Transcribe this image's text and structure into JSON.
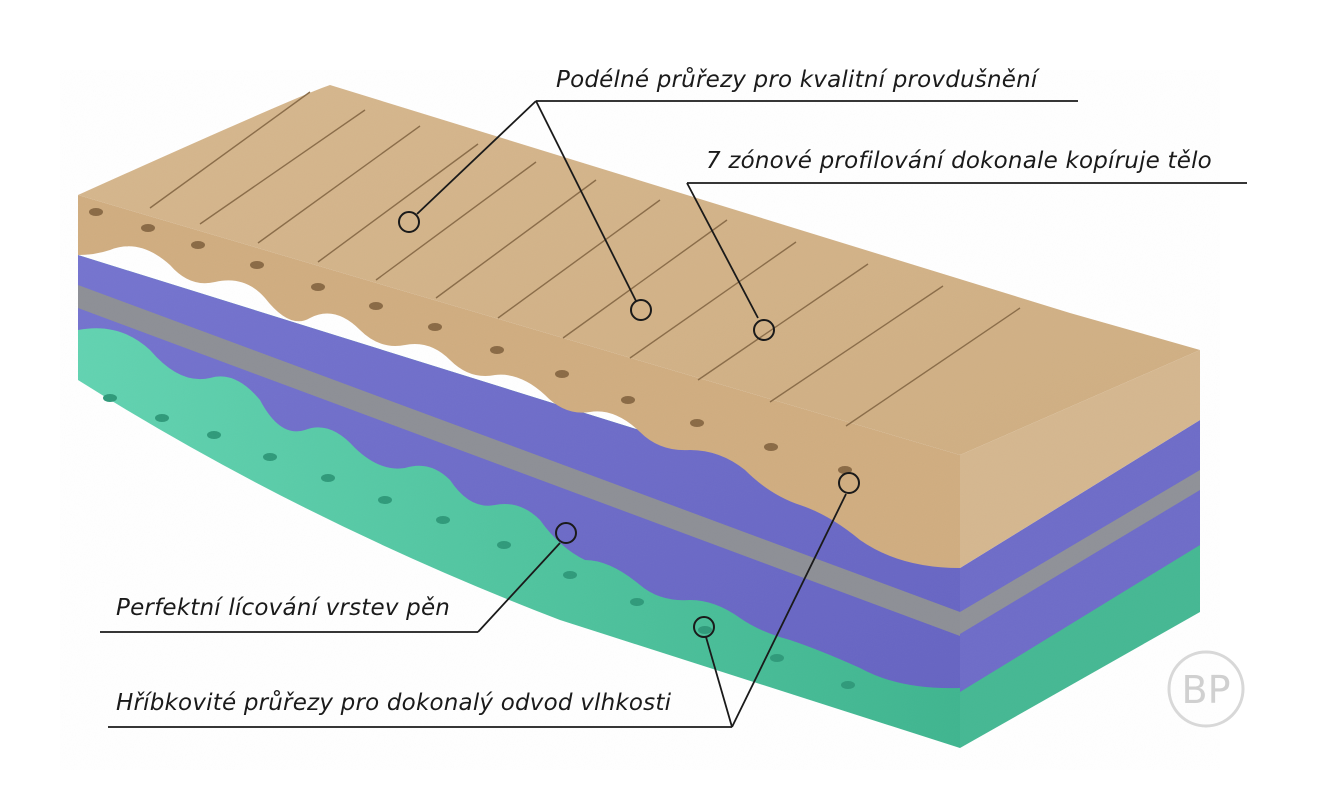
{
  "annotations": {
    "longitudinal_cuts": "Podélné průřezy pro kvalitní provdušnění",
    "seven_zone_profile": "7 zónové profilování dokonale kopíruje tělo",
    "layer_fit": "Perfektní lícování vrstev pěn",
    "mushroom_cuts": "Hříbkovité průřezy pro dokonalý odvod vlhkosti"
  },
  "logo": {
    "text": "BP"
  },
  "colors": {
    "top_foam": "#d2b48c",
    "top_foam_face": "#c9a77a",
    "top_foam_side": "#dcc09a",
    "purple_foam": "#6f6fc9",
    "purple_foam_side": "#7b79d0",
    "gray_layer": "#8f9198",
    "green_foam": "#57c9a6",
    "green_foam_side": "#4fbf9d",
    "line": "#1a1a1a"
  }
}
